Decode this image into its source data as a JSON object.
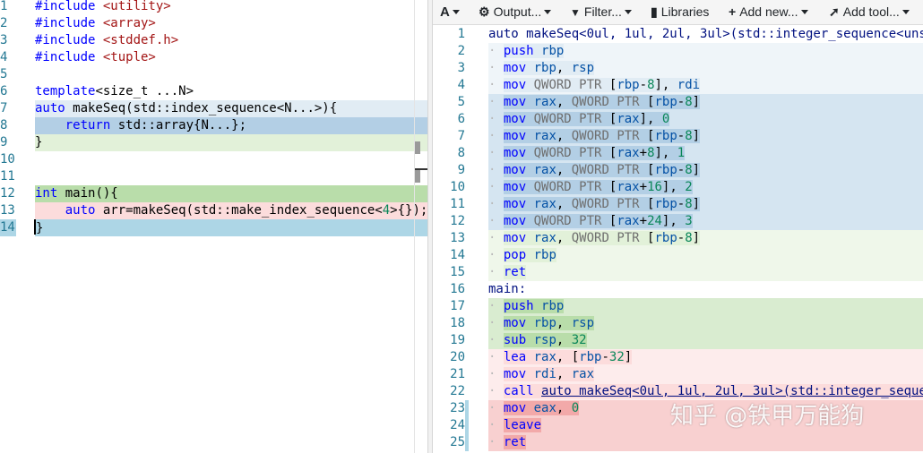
{
  "source": {
    "lines": [
      {
        "n": "1",
        "parts": [
          [
            "kw2",
            "#include "
          ],
          [
            "str",
            "<utility>"
          ]
        ],
        "bg": ""
      },
      {
        "n": "2",
        "parts": [
          [
            "kw2",
            "#include "
          ],
          [
            "str",
            "<array>"
          ]
        ],
        "bg": ""
      },
      {
        "n": "3",
        "parts": [
          [
            "kw2",
            "#include "
          ],
          [
            "str",
            "<stddef.h>"
          ]
        ],
        "bg": ""
      },
      {
        "n": "4",
        "parts": [
          [
            "kw2",
            "#include "
          ],
          [
            "str",
            "<tuple>"
          ]
        ],
        "bg": ""
      },
      {
        "n": "5",
        "parts": [],
        "bg": ""
      },
      {
        "n": "6",
        "parts": [
          [
            "kw",
            "template"
          ],
          [
            "t",
            "<size_t ...N>"
          ]
        ],
        "bg": ""
      },
      {
        "n": "7",
        "parts": [
          [
            "kw",
            "auto"
          ],
          [
            "t",
            " makeSeq(std::index_sequence<N...>){"
          ]
        ],
        "bg": "#e1ecf4"
      },
      {
        "n": "8",
        "parts": [
          [
            "t",
            "    "
          ],
          [
            "kw",
            "return"
          ],
          [
            "t",
            " std::array{N...};"
          ]
        ],
        "bg": "#b3cfe5"
      },
      {
        "n": "9",
        "parts": [
          [
            "t",
            "}"
          ]
        ],
        "bg": "#e2f1d9"
      },
      {
        "n": "10",
        "parts": [],
        "bg": ""
      },
      {
        "n": "11",
        "parts": [],
        "bg": ""
      },
      {
        "n": "12",
        "parts": [
          [
            "kw",
            "int"
          ],
          [
            "t",
            " main(){"
          ]
        ],
        "bg": "#b9ddaa"
      },
      {
        "n": "13",
        "parts": [
          [
            "t",
            "    "
          ],
          [
            "kw",
            "auto"
          ],
          [
            "t",
            " arr=makeSeq(std::make_index_sequence<"
          ],
          [
            "num",
            "4"
          ],
          [
            "t",
            ">{});"
          ]
        ],
        "bg": "#fcdcdc"
      },
      {
        "n": "14",
        "parts": [
          [
            "t",
            "}"
          ]
        ],
        "bg": "#add6e6",
        "caret": true
      }
    ]
  },
  "toolbar": {
    "font_label": "A",
    "output_label": "Output...",
    "filter_label": "Filter...",
    "libraries_label": "Libraries",
    "add_new_label": "Add new...",
    "add_tool_label": "Add tool..."
  },
  "asm": {
    "lines": [
      {
        "n": "1",
        "parts": [
          [
            "lbl",
            "auto makeSeq<0ul, 1ul, 2ul, 3ul>(std::integer_sequence<uns"
          ]
        ],
        "bg": "",
        "label": true
      },
      {
        "n": "2",
        "parts": [
          [
            "op",
            "push"
          ],
          [
            "t",
            " "
          ],
          [
            "reg",
            "rbp"
          ]
        ],
        "bg": "#e1ecf4"
      },
      {
        "n": "3",
        "parts": [
          [
            "op",
            "mov"
          ],
          [
            "t",
            " "
          ],
          [
            "reg",
            "rbp"
          ],
          [
            "t",
            ", "
          ],
          [
            "reg",
            "rsp"
          ]
        ],
        "bg": "#e1ecf4"
      },
      {
        "n": "4",
        "parts": [
          [
            "op",
            "mov"
          ],
          [
            "t",
            " "
          ],
          [
            "ptr",
            "QWORD PTR "
          ],
          [
            "t",
            "["
          ],
          [
            "reg",
            "rbp"
          ],
          [
            "t",
            "-"
          ],
          [
            "im",
            "8"
          ],
          [
            "t",
            "], "
          ],
          [
            "reg",
            "rdi"
          ]
        ],
        "bg": "#e1ecf4"
      },
      {
        "n": "5",
        "parts": [
          [
            "op",
            "mov"
          ],
          [
            "t",
            " "
          ],
          [
            "reg",
            "rax"
          ],
          [
            "t",
            ", "
          ],
          [
            "ptr",
            "QWORD PTR "
          ],
          [
            "t",
            "["
          ],
          [
            "reg",
            "rbp"
          ],
          [
            "t",
            "-"
          ],
          [
            "im",
            "8"
          ],
          [
            "t",
            "]"
          ]
        ],
        "bg": "#b3cfe5"
      },
      {
        "n": "6",
        "parts": [
          [
            "op",
            "mov"
          ],
          [
            "t",
            " "
          ],
          [
            "ptr",
            "QWORD PTR "
          ],
          [
            "t",
            "["
          ],
          [
            "reg",
            "rax"
          ],
          [
            "t",
            "], "
          ],
          [
            "im",
            "0"
          ]
        ],
        "bg": "#b3cfe5"
      },
      {
        "n": "7",
        "parts": [
          [
            "op",
            "mov"
          ],
          [
            "t",
            " "
          ],
          [
            "reg",
            "rax"
          ],
          [
            "t",
            ", "
          ],
          [
            "ptr",
            "QWORD PTR "
          ],
          [
            "t",
            "["
          ],
          [
            "reg",
            "rbp"
          ],
          [
            "t",
            "-"
          ],
          [
            "im",
            "8"
          ],
          [
            "t",
            "]"
          ]
        ],
        "bg": "#b3cfe5"
      },
      {
        "n": "8",
        "parts": [
          [
            "op",
            "mov"
          ],
          [
            "t",
            " "
          ],
          [
            "ptr",
            "QWORD PTR "
          ],
          [
            "t",
            "["
          ],
          [
            "reg",
            "rax"
          ],
          [
            "t",
            "+"
          ],
          [
            "im",
            "8"
          ],
          [
            "t",
            "], "
          ],
          [
            "im",
            "1"
          ]
        ],
        "bg": "#b3cfe5"
      },
      {
        "n": "9",
        "parts": [
          [
            "op",
            "mov"
          ],
          [
            "t",
            " "
          ],
          [
            "reg",
            "rax"
          ],
          [
            "t",
            ", "
          ],
          [
            "ptr",
            "QWORD PTR "
          ],
          [
            "t",
            "["
          ],
          [
            "reg",
            "rbp"
          ],
          [
            "t",
            "-"
          ],
          [
            "im",
            "8"
          ],
          [
            "t",
            "]"
          ]
        ],
        "bg": "#b3cfe5"
      },
      {
        "n": "10",
        "parts": [
          [
            "op",
            "mov"
          ],
          [
            "t",
            " "
          ],
          [
            "ptr",
            "QWORD PTR "
          ],
          [
            "t",
            "["
          ],
          [
            "reg",
            "rax"
          ],
          [
            "t",
            "+"
          ],
          [
            "im",
            "16"
          ],
          [
            "t",
            "], "
          ],
          [
            "im",
            "2"
          ]
        ],
        "bg": "#b3cfe5"
      },
      {
        "n": "11",
        "parts": [
          [
            "op",
            "mov"
          ],
          [
            "t",
            " "
          ],
          [
            "reg",
            "rax"
          ],
          [
            "t",
            ", "
          ],
          [
            "ptr",
            "QWORD PTR "
          ],
          [
            "t",
            "["
          ],
          [
            "reg",
            "rbp"
          ],
          [
            "t",
            "-"
          ],
          [
            "im",
            "8"
          ],
          [
            "t",
            "]"
          ]
        ],
        "bg": "#b3cfe5"
      },
      {
        "n": "12",
        "parts": [
          [
            "op",
            "mov"
          ],
          [
            "t",
            " "
          ],
          [
            "ptr",
            "QWORD PTR "
          ],
          [
            "t",
            "["
          ],
          [
            "reg",
            "rax"
          ],
          [
            "t",
            "+"
          ],
          [
            "im",
            "24"
          ],
          [
            "t",
            "], "
          ],
          [
            "im",
            "3"
          ]
        ],
        "bg": "#b3cfe5"
      },
      {
        "n": "13",
        "parts": [
          [
            "op",
            "mov"
          ],
          [
            "t",
            " "
          ],
          [
            "reg",
            "rax"
          ],
          [
            "t",
            ", "
          ],
          [
            "ptr",
            "QWORD PTR "
          ],
          [
            "t",
            "["
          ],
          [
            "reg",
            "rbp"
          ],
          [
            "t",
            "-"
          ],
          [
            "im",
            "8"
          ],
          [
            "t",
            "]"
          ]
        ],
        "bg": "#e2f1d9"
      },
      {
        "n": "14",
        "parts": [
          [
            "op",
            "pop"
          ],
          [
            "t",
            " "
          ],
          [
            "reg",
            "rbp"
          ]
        ],
        "bg": "#e2f1d9"
      },
      {
        "n": "15",
        "parts": [
          [
            "op",
            "ret"
          ]
        ],
        "bg": "#e2f1d9"
      },
      {
        "n": "16",
        "parts": [
          [
            "lbl",
            "main:"
          ]
        ],
        "bg": "",
        "label": true
      },
      {
        "n": "17",
        "parts": [
          [
            "op",
            "push"
          ],
          [
            "t",
            " "
          ],
          [
            "reg",
            "rbp"
          ]
        ],
        "bg": "#b9ddaa"
      },
      {
        "n": "18",
        "parts": [
          [
            "op",
            "mov"
          ],
          [
            "t",
            " "
          ],
          [
            "reg",
            "rbp"
          ],
          [
            "t",
            ", "
          ],
          [
            "reg",
            "rsp"
          ]
        ],
        "bg": "#b9ddaa"
      },
      {
        "n": "19",
        "parts": [
          [
            "op",
            "sub"
          ],
          [
            "t",
            " "
          ],
          [
            "reg",
            "rsp"
          ],
          [
            "t",
            ", "
          ],
          [
            "im",
            "32"
          ]
        ],
        "bg": "#b9ddaa"
      },
      {
        "n": "20",
        "parts": [
          [
            "op",
            "lea"
          ],
          [
            "t",
            " "
          ],
          [
            "reg",
            "rax"
          ],
          [
            "t",
            ", ["
          ],
          [
            "reg",
            "rbp"
          ],
          [
            "t",
            "-"
          ],
          [
            "im",
            "32"
          ],
          [
            "t",
            "]"
          ]
        ],
        "bg": "#fcdcdc"
      },
      {
        "n": "21",
        "parts": [
          [
            "op",
            "mov"
          ],
          [
            "t",
            " "
          ],
          [
            "reg",
            "rdi"
          ],
          [
            "t",
            ", "
          ],
          [
            "reg",
            "rax"
          ]
        ],
        "bg": "#fcdcdc"
      },
      {
        "n": "22",
        "parts": [
          [
            "op",
            "call"
          ],
          [
            "t",
            " "
          ],
          [
            "call",
            "auto makeSeq<0ul, 1ul, 2ul, 3ul>(std::integer_seque"
          ]
        ],
        "bg": "#fcdcdc"
      },
      {
        "n": "23",
        "parts": [
          [
            "op",
            "mov"
          ],
          [
            "t",
            " "
          ],
          [
            "reg",
            "eax"
          ],
          [
            "t",
            ", "
          ],
          [
            "im",
            "0"
          ]
        ],
        "bg": "#f2a9a9",
        "gut": true
      },
      {
        "n": "24",
        "parts": [
          [
            "op",
            "leave"
          ]
        ],
        "bg": "#f2a9a9",
        "gut": true
      },
      {
        "n": "25",
        "parts": [
          [
            "op",
            "ret"
          ]
        ],
        "bg": "#f2a9a9",
        "gut": true
      }
    ]
  },
  "watermark": "知乎 @铁甲万能狗",
  "colors": {
    "line_number": "#237893",
    "keyword": "#0000ff",
    "string": "#a31515",
    "number": "#098658"
  }
}
